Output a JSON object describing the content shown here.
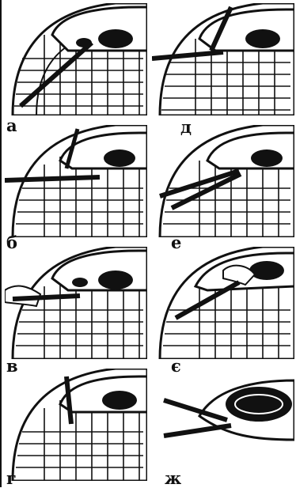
{
  "figure": {
    "panels": [
      {
        "id": "a",
        "label": "а"
      },
      {
        "id": "d",
        "label": "д"
      },
      {
        "id": "b",
        "label": "б"
      },
      {
        "id": "e",
        "label": "е"
      },
      {
        "id": "v",
        "label": "в"
      },
      {
        "id": "ye",
        "label": "є"
      },
      {
        "id": "h",
        "label": "г"
      },
      {
        "id": "zh",
        "label": "ж"
      }
    ]
  },
  "colors": {
    "ink": "#111111",
    "paper": "#ffffff"
  },
  "icons": [
    "tire-icon",
    "wheel-rim-icon",
    "tire-lever-icon",
    "hand-icon"
  ]
}
